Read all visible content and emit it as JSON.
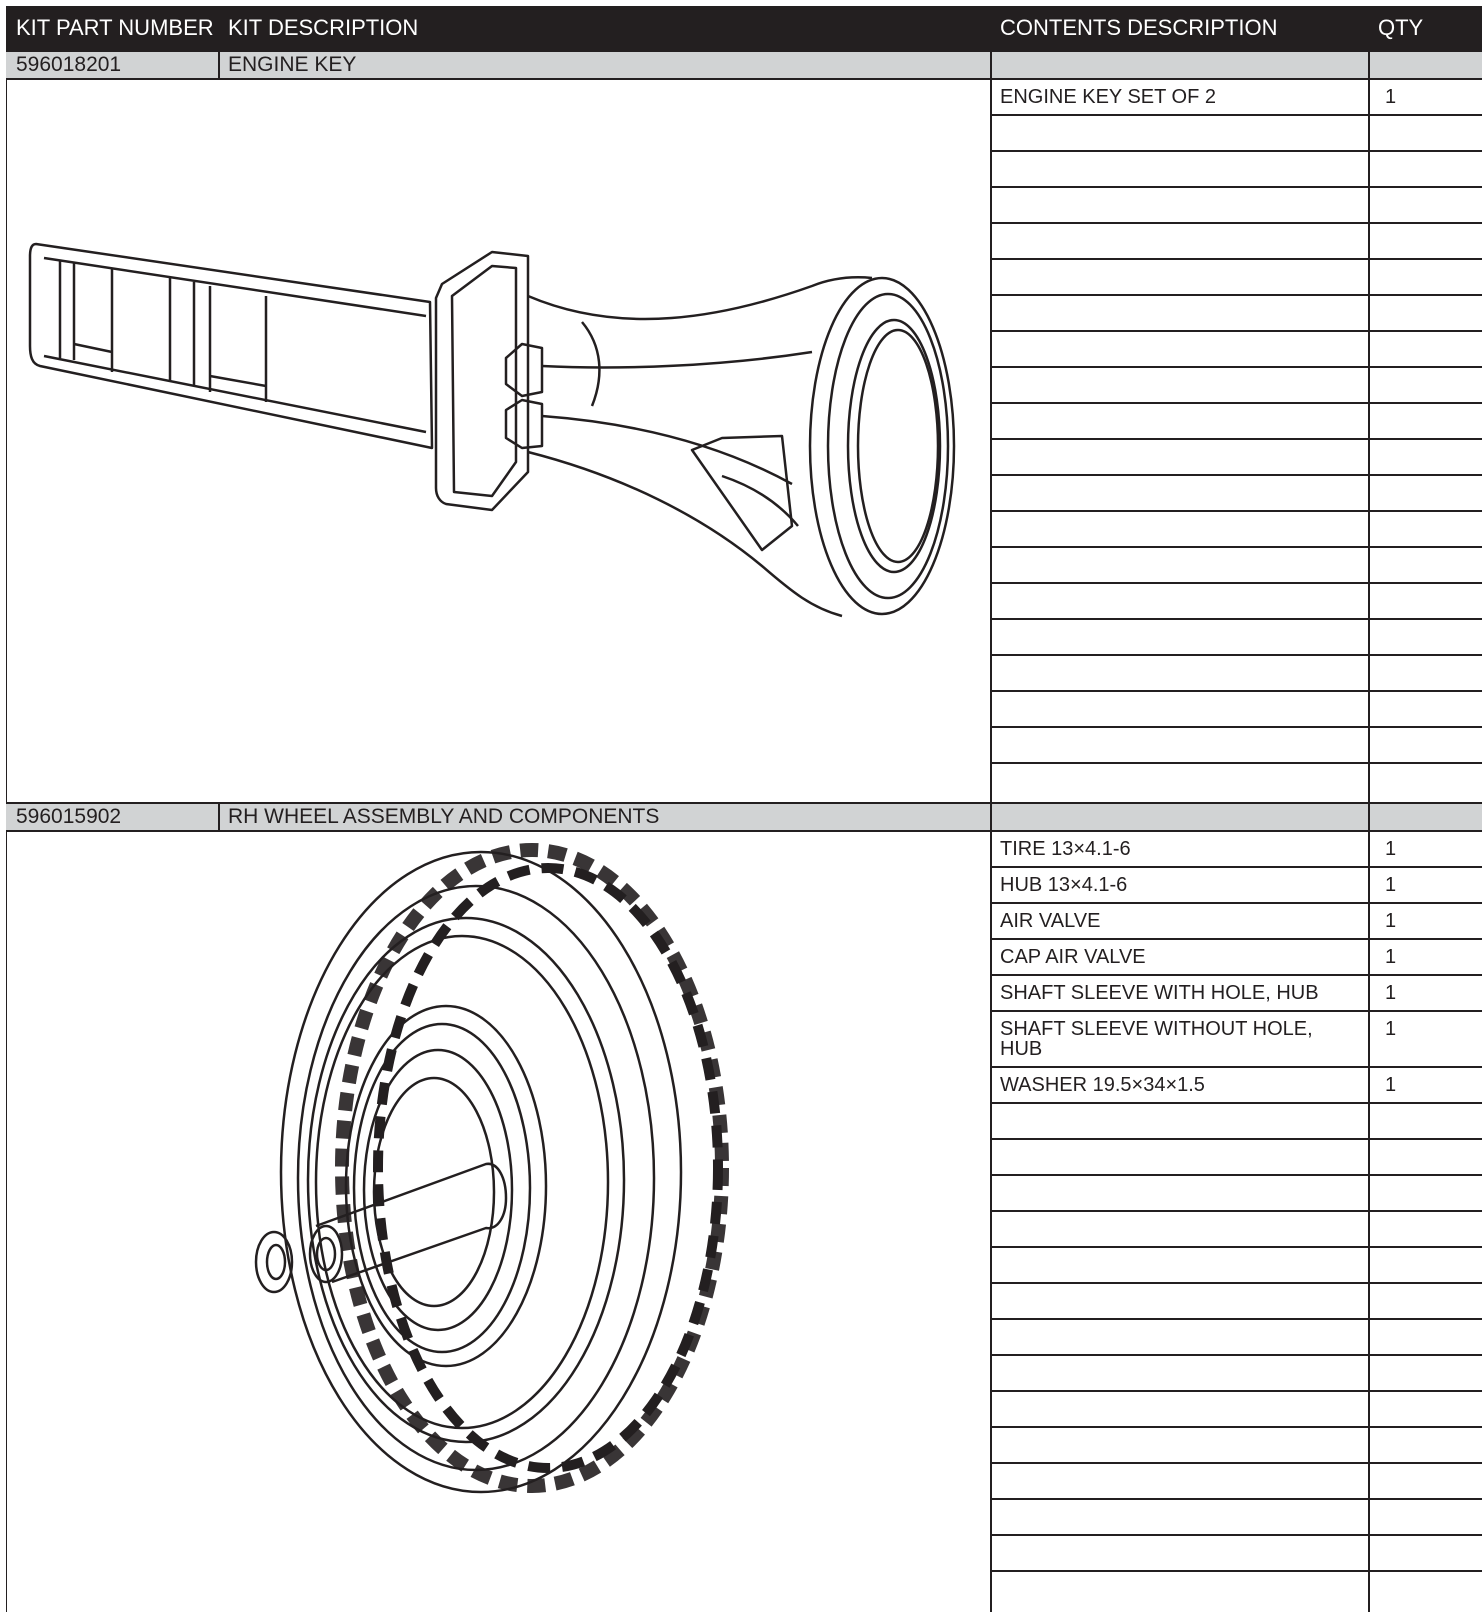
{
  "header": {
    "kit_part_number": "KIT PART NUMBER",
    "kit_description": "KIT DESCRIPTION",
    "contents_description": "CONTENTS DESCRIPTION",
    "qty": "QTY"
  },
  "kits": [
    {
      "part_number": "596018201",
      "description": "ENGINE KEY",
      "illustration_icon": "engine-key-icon",
      "contents": [
        {
          "description": "ENGINE KEY SET OF 2",
          "qty": "1"
        }
      ]
    },
    {
      "part_number": "596015902",
      "description": "RH WHEEL ASSEMBLY AND COMPONENTS",
      "illustration_icon": "wheel-assembly-icon",
      "contents": [
        {
          "description": "TIRE 13×4.1-6",
          "qty": "1"
        },
        {
          "description": "HUB  13×4.1-6",
          "qty": "1"
        },
        {
          "description": "AIR VALVE",
          "qty": "1"
        },
        {
          "description": "CAP AIR VALVE",
          "qty": "1"
        },
        {
          "description": "SHAFT SLEEVE WITH HOLE, HUB",
          "qty": "1"
        },
        {
          "description": "SHAFT SLEEVE WITHOUT HOLE, HUB",
          "qty": "1"
        },
        {
          "description": "WASHER 19.5×34×1.5",
          "qty": "1"
        }
      ]
    }
  ]
}
